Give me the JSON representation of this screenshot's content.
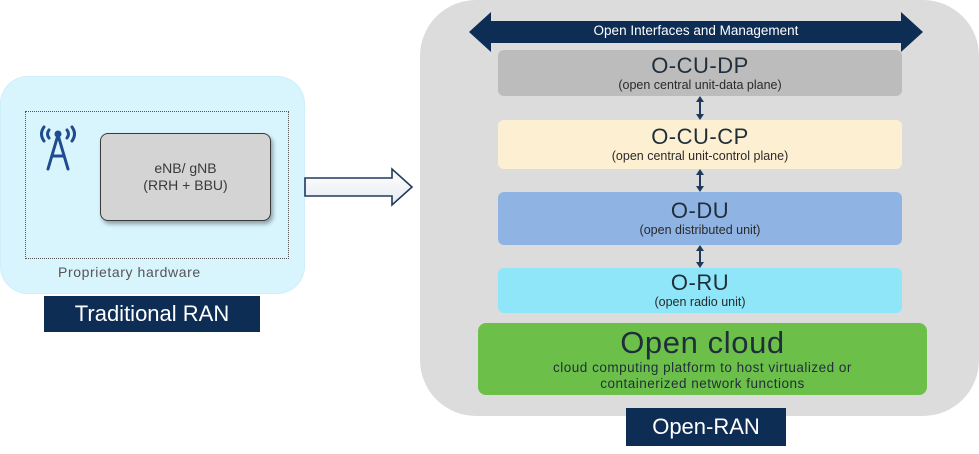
{
  "traditional": {
    "node_line1": "eNB/ gNB",
    "node_line2": "(RRH + BBU)",
    "hardware_caption": "Proprietary  hardware",
    "label": "Traditional RAN"
  },
  "open_ran": {
    "interfaces_label": "Open Interfaces and Management",
    "layers": [
      {
        "title": "O-CU-DP",
        "subtitle": "(open central unit-data plane)"
      },
      {
        "title": "O-CU-CP",
        "subtitle": "(open central unit-control plane)"
      },
      {
        "title": "O-DU",
        "subtitle": "(open distributed unit)"
      },
      {
        "title": "O-RU",
        "subtitle": "(open radio unit)"
      }
    ],
    "cloud": {
      "title": "Open cloud",
      "line1": "cloud computing platform to host virtualized or",
      "line2": "containerized network functions"
    },
    "label": "Open-RAN"
  },
  "colors": {
    "navy": "#0e2d55",
    "light_blue_panel": "#d8f4fd",
    "grey_panel": "#dcdcdc",
    "cu_dp": "#bcbcbc",
    "cu_cp": "#fdf0d2",
    "du": "#8fb3e3",
    "ru": "#8ee6f8",
    "cloud": "#6cc04a"
  },
  "icons": [
    "antenna-tower-icon",
    "right-arrow-icon",
    "double-arrow-icon"
  ]
}
